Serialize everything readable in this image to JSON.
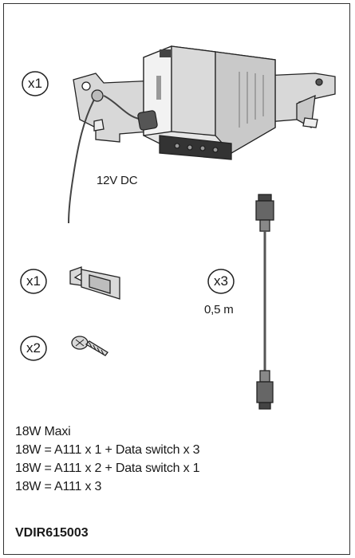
{
  "badges": {
    "power_supply_qty": "x1",
    "connector_qty": "x1",
    "screw_qty": "x2",
    "cable_qty": "x3"
  },
  "labels": {
    "voltage": "12V DC",
    "cable_length": "0,5 m"
  },
  "notes": {
    "line1": "18W Maxi",
    "line2": "18W = A111 x 1 + Data switch x 3",
    "line3": "18W = A111 x 2 + Data switch x 1",
    "line4": "18W = A111 x 3"
  },
  "product_code": "VDIR615003"
}
